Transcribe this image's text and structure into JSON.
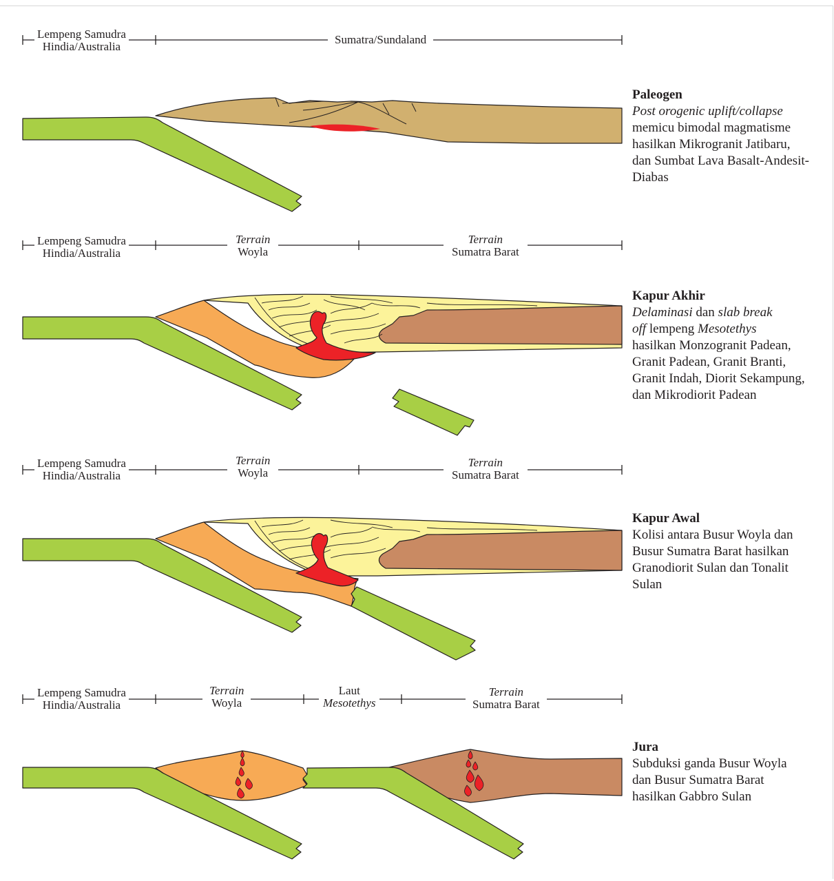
{
  "panels": [
    {
      "scale": [
        {
          "lines": [
            "Lempeng Samudra",
            "Hindia/Australia"
          ]
        },
        {
          "lines": [
            "Sumatra/Sundaland"
          ]
        }
      ],
      "title": "Paleogen",
      "text": [
        {
          "t": "Post orogenic uplift/collapse",
          "italic": true
        },
        {
          "t": "memicu  bimodal magmatisme"
        },
        {
          "t": "hasilkan Mikrogranit Jatibaru,"
        },
        {
          "t": "dan Sumbat Lava Basalt-Andesit-"
        },
        {
          "t": "Diabas"
        }
      ]
    },
    {
      "scale": [
        {
          "lines": [
            "Lempeng Samudra",
            "Hindia/Australia"
          ]
        },
        {
          "lines": [
            "Terrain",
            "Woyla"
          ]
        },
        {
          "lines": [
            "Terrain",
            "Sumatra Barat"
          ]
        }
      ],
      "title": "Kapur Akhir",
      "text": [
        {
          "parts": [
            [
              "Delaminasi",
              true
            ],
            [
              " dan ",
              false
            ],
            [
              "slab break",
              true
            ]
          ]
        },
        {
          "parts": [
            [
              "off",
              true
            ],
            [
              " lempeng ",
              false
            ],
            [
              "Mesotethys",
              true
            ]
          ]
        },
        {
          "t": "hasilkan Monzogranit Padean,"
        },
        {
          "t": "Granit Padean, Granit Branti,"
        },
        {
          "t": "Granit Indah, Diorit Sekampung,"
        },
        {
          "t": "dan Mikrodiorit Padean"
        }
      ]
    },
    {
      "scale": [
        {
          "lines": [
            "Lempeng Samudra",
            "Hindia/Australia"
          ]
        },
        {
          "lines": [
            "Terrain",
            "Woyla"
          ]
        },
        {
          "lines": [
            "Terrain",
            "Sumatra Barat"
          ]
        }
      ],
      "title": "Kapur Awal",
      "text": [
        {
          "t": "Kolisi antara Busur Woyla dan"
        },
        {
          "t": "Busur Sumatra Barat hasilkan"
        },
        {
          "t": "Granodiorit Sulan dan Tonalit"
        },
        {
          "t": "Sulan"
        }
      ]
    },
    {
      "scale": [
        {
          "lines": [
            "Lempeng Samudra",
            "Hindia/Australia"
          ]
        },
        {
          "lines": [
            "Terrain",
            "Woyla"
          ]
        },
        {
          "lines": [
            "Laut",
            "Mesotethys"
          ]
        },
        {
          "lines": [
            "Terrain",
            "Sumatra Barat"
          ]
        }
      ],
      "title": "Jura",
      "text": [
        {
          "t": "Subduksi ganda Busur Woyla"
        },
        {
          "t": "dan Busur Sumatra Barat"
        },
        {
          "t": "hasilkan Gabbro Sulan"
        }
      ]
    }
  ],
  "colors": {
    "oceanic_plate": "#a8cf45",
    "sundaland": "#d1b06f",
    "woyla": "#f7aa55",
    "sumatra_barat": "#c98a63",
    "accretionary": "#fcf39a",
    "magma": "#ec2227",
    "line": "#231f20"
  }
}
